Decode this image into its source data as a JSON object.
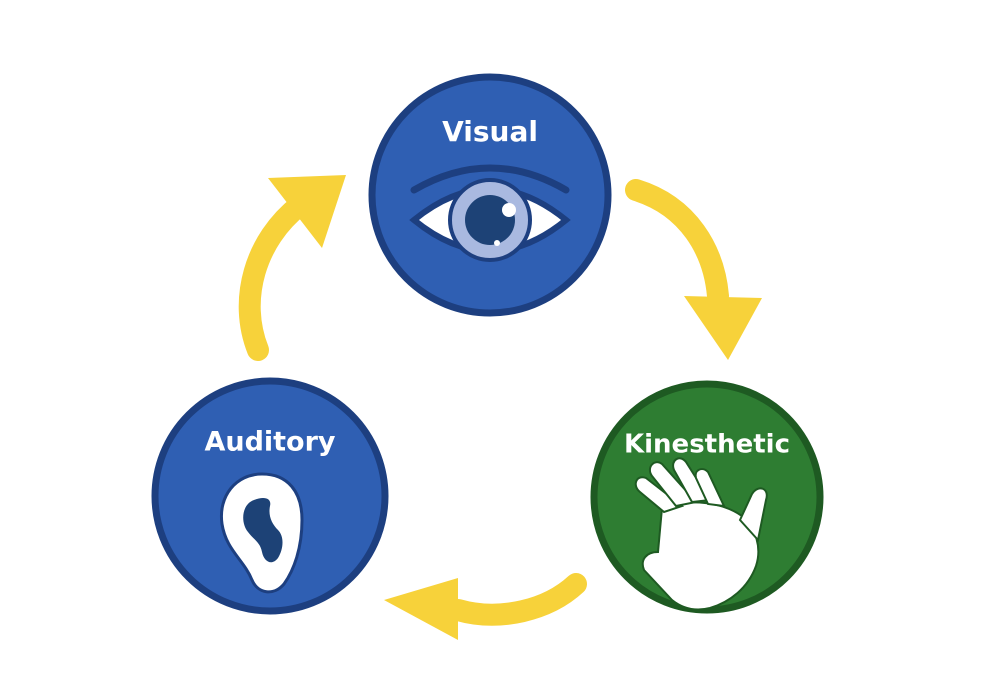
{
  "nodes": {
    "visual": {
      "label": "Visual",
      "color": "#2f5fb3"
    },
    "auditory": {
      "label": "Auditory",
      "color": "#2f5fb3"
    },
    "kinesthetic": {
      "label": "Kinesthetic",
      "color": "#2e7d32"
    }
  },
  "colors": {
    "ring": "#1d3f80",
    "ring_green": "#1e5a22",
    "arrow": "#f7d23a",
    "icon_fill": "#ffffff",
    "iris_outer": "#a9b9e0",
    "iris_inner": "#1d4276"
  },
  "icons": {
    "visual": "eye-icon",
    "auditory": "ear-icon",
    "kinesthetic": "hand-icon"
  }
}
